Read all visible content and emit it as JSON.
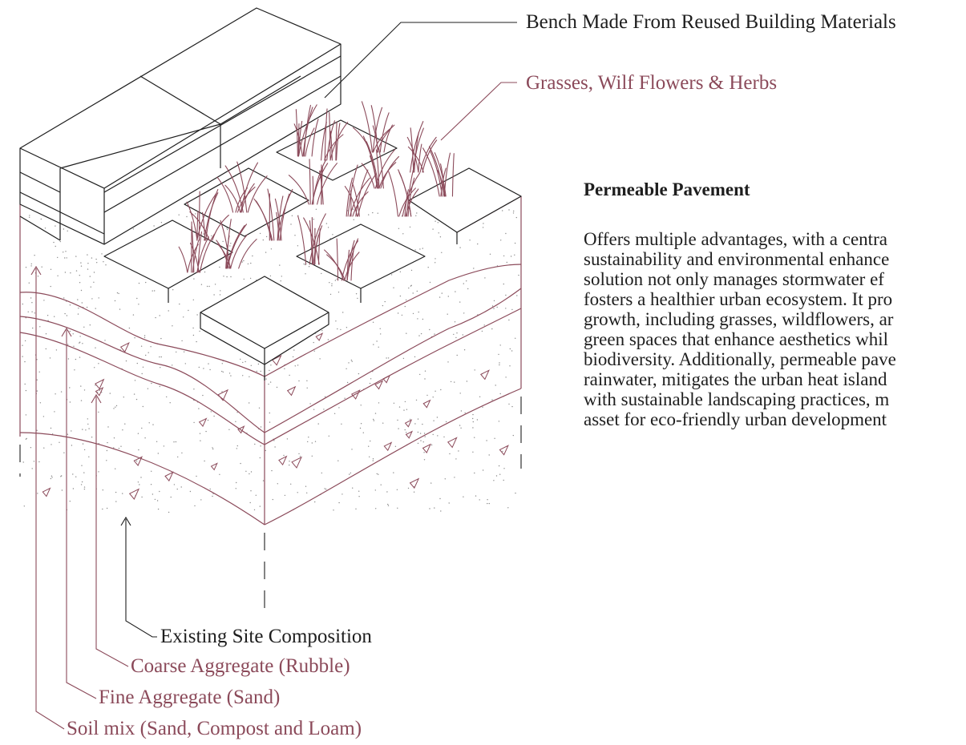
{
  "labels": {
    "bench": "Bench Made From Reused Building Materials",
    "grasses": "Grasses, Wilf Flowers & Herbs",
    "existing": "Existing Site Composition",
    "coarse": "Coarse Aggregate (Rubble)",
    "fine": "Fine Aggregate (Sand)",
    "soil": "Soil mix (Sand, Compost and Loam)"
  },
  "info": {
    "title": "Permeable Pavement",
    "lines": [
      "Offers multiple advantages, with a centra",
      "sustainability and environmental enhance",
      "solution not only manages stormwater ef",
      "fosters a healthier urban ecosystem. It pro",
      "growth, including grasses, wildflowers, ar",
      "green spaces that enhance aesthetics whil",
      "biodiversity. Additionally, permeable pave",
      "rainwater, mitigates the urban heat island",
      "with sustainable landscaping practices, m",
      "asset for eco-friendly urban development"
    ]
  },
  "colors": {
    "line": "#1e1e1e",
    "accent": "#8b4a5a",
    "background": "#ffffff"
  }
}
